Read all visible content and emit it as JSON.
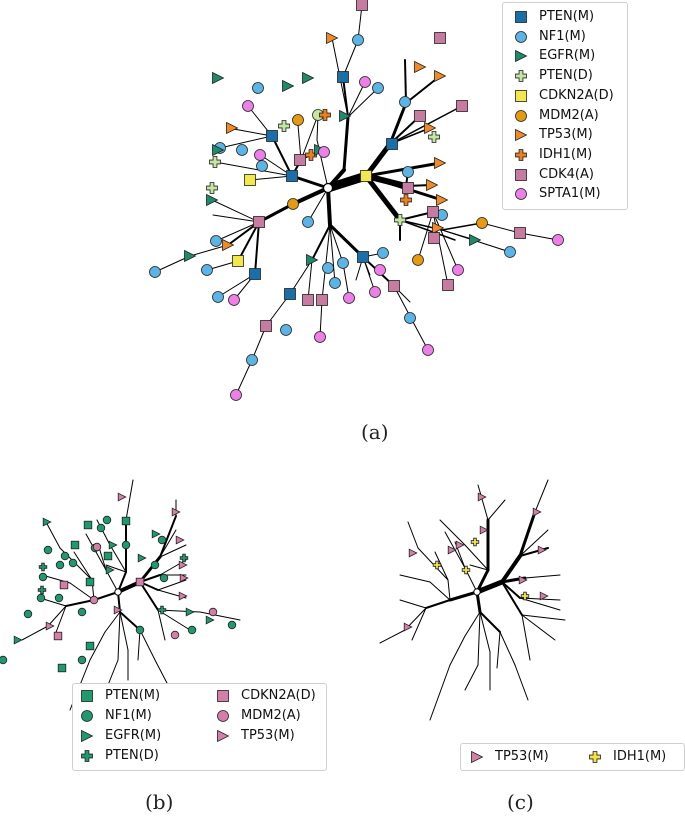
{
  "panels": {
    "a": {
      "caption": "(a)"
    },
    "b": {
      "caption": "(b)"
    },
    "c": {
      "caption": "(c)"
    }
  },
  "legends": {
    "a": [
      {
        "label": "PTEN(M)",
        "shape": "square",
        "color": "#1a6fa8"
      },
      {
        "label": "NF1(M)",
        "shape": "circle",
        "color": "#5ab4e5"
      },
      {
        "label": "EGFR(M)",
        "shape": "triangle",
        "color": "#1f8a6a"
      },
      {
        "label": "PTEN(D)",
        "shape": "plus",
        "color": "#c3e6a0"
      },
      {
        "label": "CDKN2A(D)",
        "shape": "square",
        "color": "#f2e84a"
      },
      {
        "label": "MDM2(A)",
        "shape": "circle",
        "color": "#e59a10"
      },
      {
        "label": "TP53(M)",
        "shape": "triangle",
        "color": "#f08a24"
      },
      {
        "label": "IDH1(M)",
        "shape": "plus",
        "color": "#ef7e1e"
      },
      {
        "label": "CDK4(A)",
        "shape": "square",
        "color": "#c77ba0"
      },
      {
        "label": "SPTA1(M)",
        "shape": "circle",
        "color": "#ef7fe8"
      }
    ],
    "b": [
      {
        "label": "PTEN(M)",
        "shape": "square",
        "color": "#1f9a6e"
      },
      {
        "label": "NF1(M)",
        "shape": "circle",
        "color": "#1f9a6e"
      },
      {
        "label": "EGFR(M)",
        "shape": "triangle",
        "color": "#1f9a6e"
      },
      {
        "label": "PTEN(D)",
        "shape": "plus",
        "color": "#1f9a6e"
      },
      {
        "label": "CDKN2A(D)",
        "shape": "square",
        "color": "#d47fa8"
      },
      {
        "label": "MDM2(A)",
        "shape": "circle",
        "color": "#d47fa8"
      },
      {
        "label": "TP53(M)",
        "shape": "triangle",
        "color": "#d47fa8"
      }
    ],
    "c": [
      {
        "label": "TP53(M)",
        "shape": "triangle",
        "color": "#d47fa8"
      },
      {
        "label": "IDH1(M)",
        "shape": "plus",
        "color": "#f3e444"
      }
    ]
  }
}
